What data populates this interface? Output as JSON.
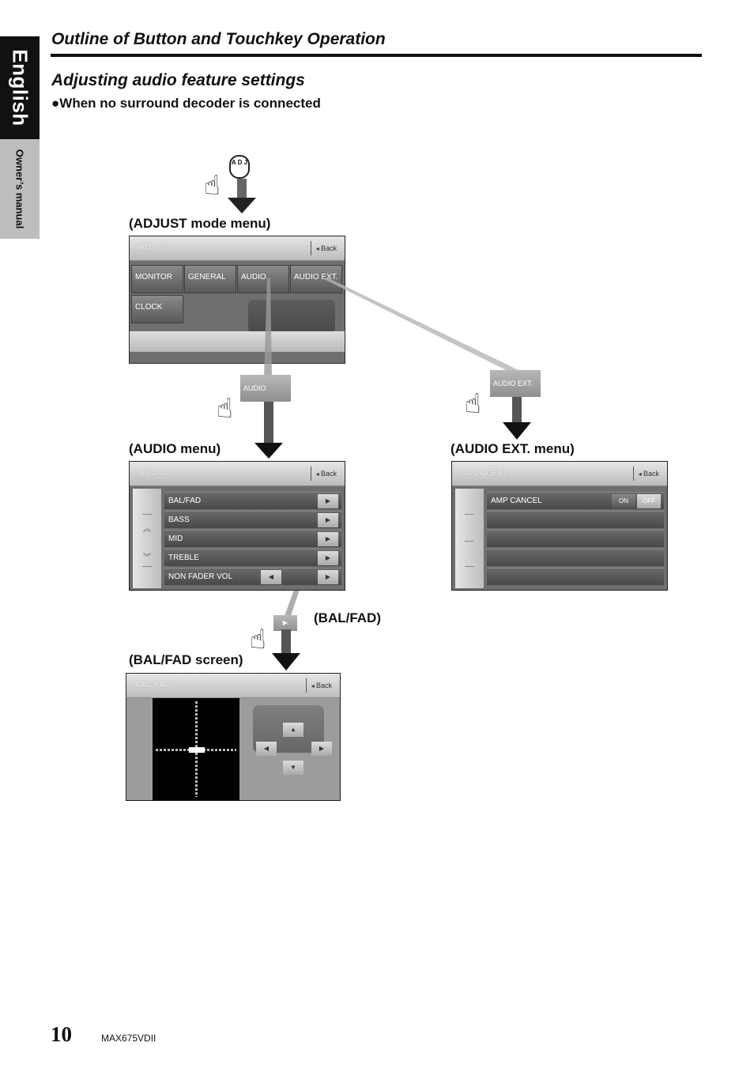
{
  "side_tab": {
    "language": "English",
    "manual": "Owner’s manual"
  },
  "header": {
    "section_title": "Outline of Button and Touchkey Operation"
  },
  "content": {
    "subtitle": "Adjusting audio feature settings",
    "bullet": "●When no surround decoder is connected"
  },
  "adj_key_label": "A D J",
  "labels": {
    "adjust_menu": "(ADJUST mode menu)",
    "audio_menu": "(AUDIO menu)",
    "audio_ext_menu": "(AUDIO EXT. menu)",
    "bal_fad_callout": "(BAL/FAD)",
    "bal_fad_screen": "(BAL/FAD screen)"
  },
  "adjust_screen": {
    "title": "ADJUST",
    "back": "Back",
    "buttons": [
      "MONITOR",
      "GENERAL",
      "AUDIO",
      "AUDIO EXT.",
      "CLOCK"
    ]
  },
  "tags": {
    "audio": "AUDIO",
    "audio_ext": "AUDIO EXT."
  },
  "audio_screen": {
    "title": "AUDIO",
    "back": "Back",
    "rows": [
      "BAL/FAD",
      "BASS",
      "MID",
      "TREBLE",
      "NON FADER VOL"
    ]
  },
  "audio_ext_screen": {
    "title": "AUDIO EXT.",
    "back": "Back",
    "row": "AMP CANCEL",
    "on": "ON",
    "off": "OFF"
  },
  "bal_fad_screen": {
    "title": "BAL/FAD",
    "back": "Back"
  },
  "footer": {
    "page_number": "10",
    "model": "MAX675VDII"
  },
  "icons": [
    "pointing-hand-icon",
    "down-arrow-icon",
    "left-arrow-icon",
    "right-arrow-icon",
    "up-arrow-icon"
  ]
}
